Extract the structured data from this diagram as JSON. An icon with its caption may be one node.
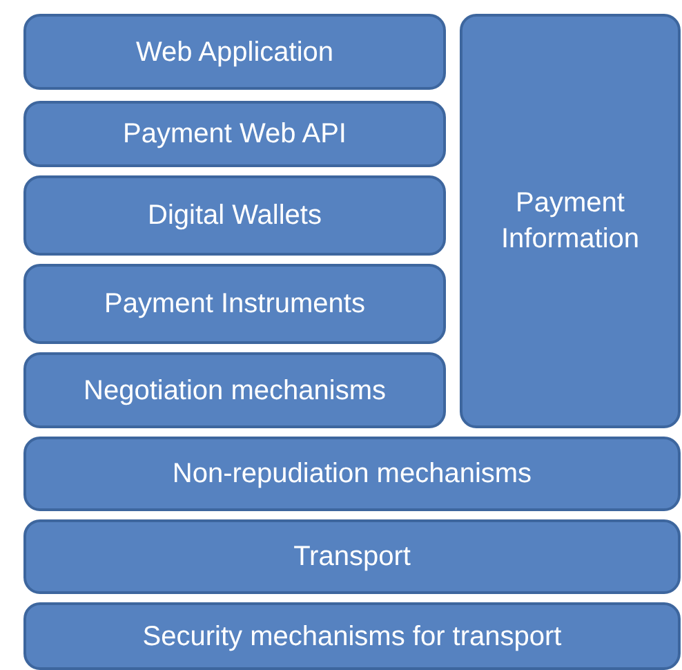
{
  "diagram": {
    "nodes": [
      {
        "text": [
          "Web Application"
        ]
      },
      {
        "text": [
          "Payment Web API"
        ]
      },
      {
        "text": [
          "Digital Wallets"
        ]
      },
      {
        "text": [
          "Payment Instruments"
        ]
      },
      {
        "text": [
          "Negotiation mechanisms"
        ]
      },
      {
        "text": [
          "Payment Information"
        ]
      },
      {
        "text": [
          "Non-repudiation mechanisms"
        ]
      },
      {
        "text": [
          "Transport"
        ]
      },
      {
        "text": [
          "Security mechanisms for transport"
        ]
      }
    ]
  }
}
